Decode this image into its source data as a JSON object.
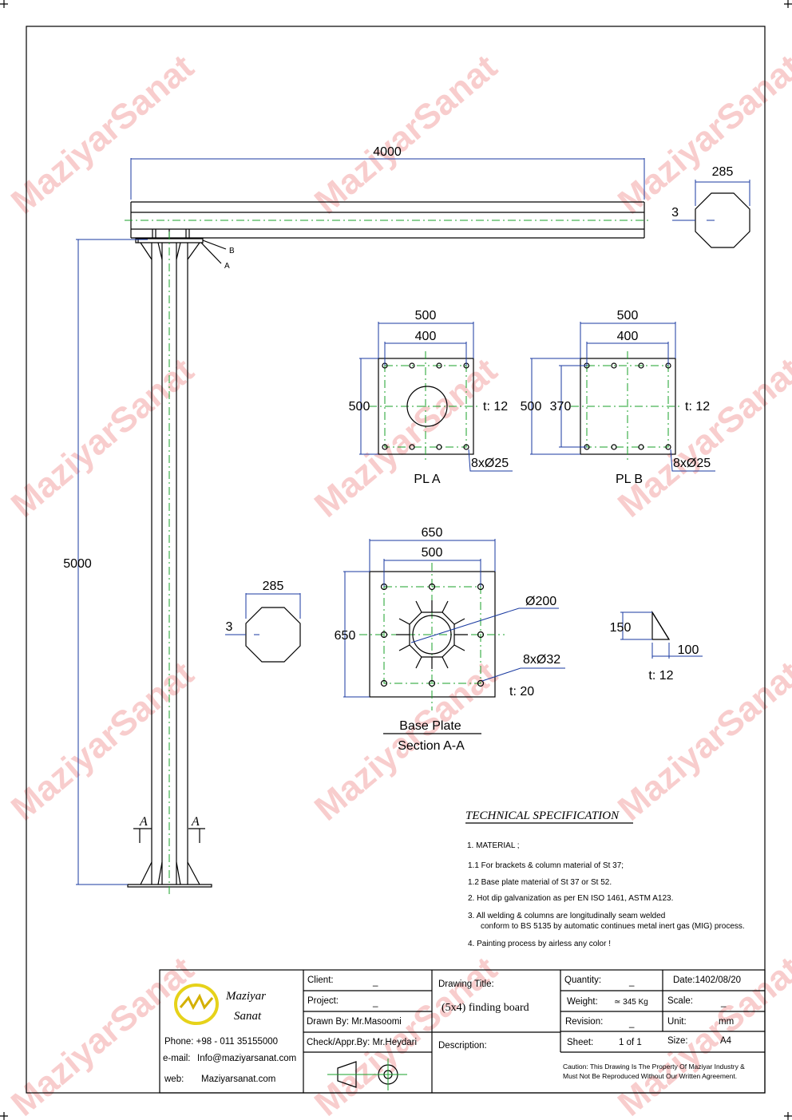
{
  "watermark": "MaziyarSanat",
  "dims": {
    "beam_length": "4000",
    "column_height": "5000",
    "oct_top_width": "285",
    "oct_top_thk": "3",
    "oct_left_width": "285",
    "oct_left_thk": "3",
    "label_b": "B",
    "label_a": "A",
    "section_a_left": "A",
    "section_a_right": "A"
  },
  "pl_a": {
    "outer": "500",
    "inner": "400",
    "height": "500",
    "thk": "t: 12",
    "holes": "8xØ25",
    "title": "PL A"
  },
  "pl_b": {
    "outer": "500",
    "inner": "400",
    "height": "500",
    "inner_h": "370",
    "thk": "t: 12",
    "holes": "8xØ25",
    "title": "PL B"
  },
  "base_plate": {
    "outer": "650",
    "inner": "500",
    "height": "650",
    "center_hole": "Ø200",
    "holes": "8xØ32",
    "thk": "t: 20",
    "title": "Base Plate",
    "subtitle": "Section A-A"
  },
  "gusset": {
    "h": "150",
    "w": "100",
    "thk": "t: 12"
  },
  "spec": {
    "title": "TECHNICAL  SPECIFICATION",
    "lines": [
      "1. MATERIAL ;",
      "1.1  For brackets & column material of St 37;",
      "1.2  Base plate material of St 37 or St 52.",
      "2.  Hot dip galvanization as per EN ISO 1461, ASTM A123.",
      "3.  All welding & columns are longitudinally seam welded",
      "conform to BS 5135 by automatic continues metal inert gas (MIG) process.",
      "4.  Painting process by airless any color !"
    ]
  },
  "title_block": {
    "company_line1": "Maziyar",
    "company_line2": "Sanat",
    "phone": "Phone: +98 - 011 35155000",
    "email_label": "e-mail:",
    "email": "Info@maziyarsanat.com",
    "web_label": "web:",
    "web": "Maziyarsanat.com",
    "client_label": "Client:",
    "client": "_",
    "project_label": "Project:",
    "project": "_",
    "drawn_by": "Drawn By: Mr.Masoomi",
    "checked_by": "Check/Appr.By: Mr.Heydari",
    "drawing_title_label": "Drawing Title:",
    "drawing_title": "(5x4)  finding board",
    "description_label": "Description:",
    "quantity_label": "Quantity:",
    "quantity": "_",
    "weight_label": "Weight:",
    "weight": "≃ 345 Kg",
    "revision_label": "Revision:",
    "revision": "_",
    "sheet_label": "Sheet:",
    "sheet": "1 of 1",
    "date": "Date:1402/08/20",
    "scale_label": "Scale:",
    "scale": "_",
    "unit_label": "Unit:",
    "unit": "mm",
    "size_label": "Size:",
    "size": "A4",
    "caution1": "Caution: This Drawing Is The Property Of Maziyar Industry &",
    "caution2": "Must Not Be Reproduced Without Our Written Agreement."
  },
  "colors": {
    "dimension": "#1a3aa0",
    "centerline": "#1aa02a",
    "watermark": "#f4a6a6"
  }
}
